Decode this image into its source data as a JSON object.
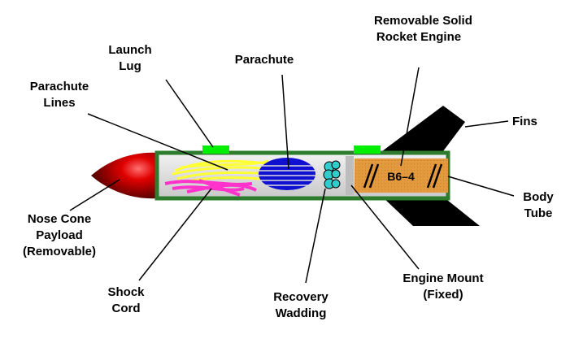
{
  "diagram": {
    "labels": {
      "engine": [
        "Removable  Solid",
        "Rocket  Engine"
      ],
      "launch_lug": [
        "Launch",
        "Lug"
      ],
      "parachute": "Parachute",
      "parachute_lines": [
        "Parachute",
        "Lines"
      ],
      "fins": "Fins",
      "body_tube": [
        "Body",
        "Tube"
      ],
      "nose_cone": [
        "Nose Cone",
        "Payload",
        "(Removable)"
      ],
      "shock_cord": [
        "Shock",
        "Cord"
      ],
      "recovery_wadding": [
        "Recovery",
        "Wadding"
      ],
      "engine_mount": [
        "Engine Mount",
        "(Fixed)"
      ]
    },
    "engine_code": "B6–4",
    "colors": {
      "nose_cone": "#c00000",
      "body_outline": "#2e7d2e",
      "body_interior": "#d9d9d9",
      "launch_lug": "#00ee00",
      "fins": "#000000",
      "engine": "#e0923a",
      "parachute": "#1010d0",
      "parachute_lines": "#ffff33",
      "shock_cord": "#ff33cc",
      "wadding": "#33cccc"
    }
  }
}
